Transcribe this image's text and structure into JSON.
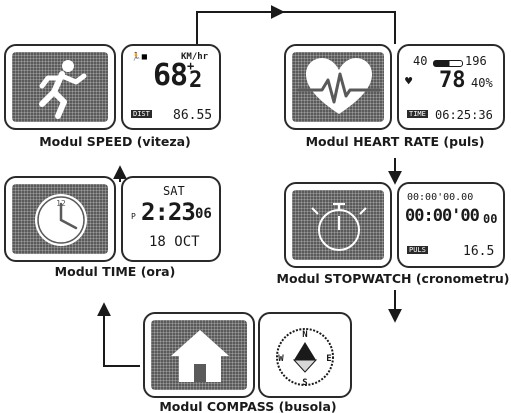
{
  "modules": {
    "speed": {
      "caption": "Modul SPEED (viteza)",
      "unit": "KM/hr",
      "sign": "+",
      "main": "68",
      "decimal": "2",
      "tag": "DIST",
      "distance": "86.55"
    },
    "heart_rate": {
      "caption": "Modul HEART RATE (puls)",
      "low": "40",
      "high": "196",
      "bpm": "78",
      "percent": "40%",
      "tag": "TIME",
      "time": "06:25:36"
    },
    "stopwatch": {
      "caption": "Modul STOPWATCH (cronometru)",
      "split": "00:00'00.00",
      "main": "00:00'00",
      "hundredths": "00",
      "tag": "PULS",
      "value": "16.5"
    },
    "time": {
      "caption": "Modul TIME (ora)",
      "day": "SAT",
      "period": "P",
      "clock": "2:23",
      "seconds": "06",
      "date": "18 OCT",
      "clock_face_number": "12"
    },
    "compass": {
      "caption": "Modul COMPASS (busola)",
      "north": "N",
      "east": "E",
      "south": "S",
      "west": "W"
    }
  },
  "icons": [
    "running-man-icon",
    "heart-pulse-icon",
    "stopwatch-icon",
    "clock-icon",
    "home-icon",
    "compass-icon"
  ],
  "colors": {
    "ink": "#1a1a1a",
    "screen_dark": "#5a5a5a",
    "tile_border": "#2a2a2a"
  }
}
